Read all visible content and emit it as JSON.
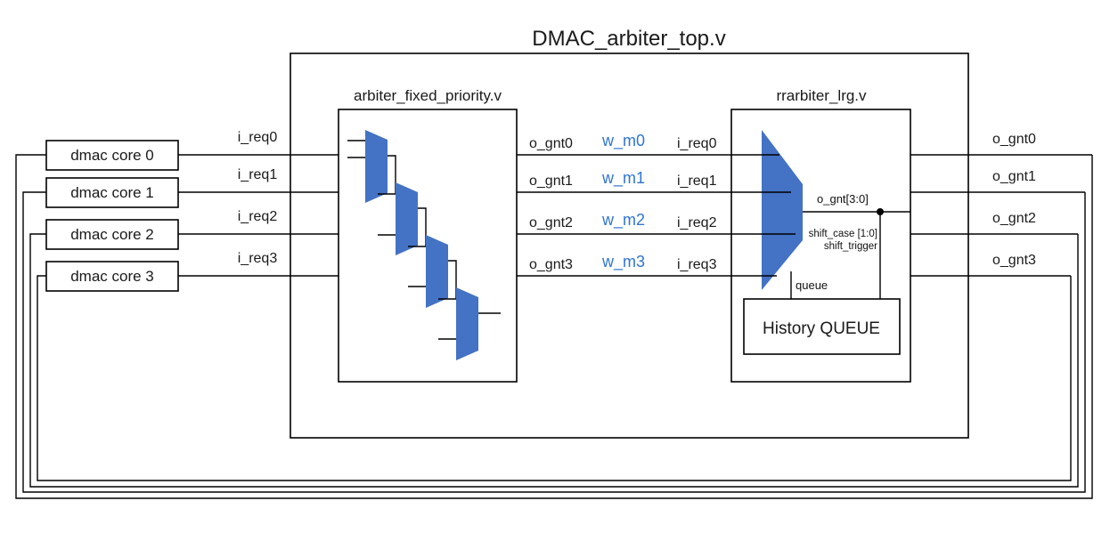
{
  "title": "DMAC_arbiter_top.v",
  "modules": {
    "fixed_priority": {
      "label": "arbiter_fixed_priority.v"
    },
    "rrarbiter": {
      "label": "rrarbiter_lrg.v",
      "inner_box_label": "History QUEUE",
      "output_bus_label": "o_gnt[3:0]",
      "shift_case_label": "shift_case [1:0]",
      "shift_trigger_label": "shift_trigger",
      "queue_label": "queue"
    }
  },
  "cores": [
    {
      "label": "dmac core 0"
    },
    {
      "label": "dmac core 1"
    },
    {
      "label": "dmac core 2"
    },
    {
      "label": "dmac core 3"
    }
  ],
  "signals": {
    "core_requests": [
      "i_req0",
      "i_req1",
      "i_req2",
      "i_req3"
    ],
    "fixed_priority_outputs": [
      "o_gnt0",
      "o_gnt1",
      "o_gnt2",
      "o_gnt3"
    ],
    "intermediate_wires": [
      "w_m0",
      "w_m1",
      "w_m2",
      "w_m3"
    ],
    "rrarbiter_inputs": [
      "i_req0",
      "i_req1",
      "i_req2",
      "i_req3"
    ],
    "top_outputs": [
      "o_gnt0",
      "o_gnt1",
      "o_gnt2",
      "o_gnt3"
    ]
  },
  "colors": {
    "mux_fill": "#4472C4",
    "wire_label_blue": "#2E75D4",
    "line": "#000000",
    "background": "#ffffff"
  }
}
